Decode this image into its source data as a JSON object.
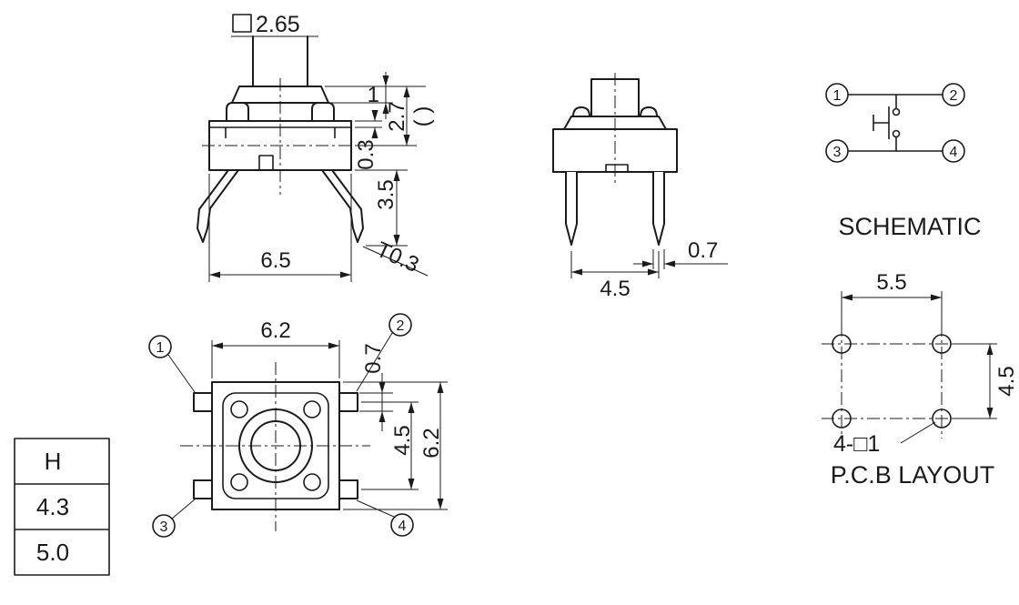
{
  "front_view": {
    "stem_square_dim": "2.65",
    "dim_cap_height": "1",
    "dim_body_height": "2.7",
    "dim_ref_parens": "( )",
    "dim_flange": "0.3",
    "dim_leg_length": "3.5",
    "dim_width": "6.5",
    "dim_terminal_thickness": "T0.3"
  },
  "side_view": {
    "dim_pin_width": "0.7",
    "dim_pin_pitch": "4.5"
  },
  "schematic": {
    "title": "SCHEMATIC",
    "pin1": "1",
    "pin2": "2",
    "pin3": "3",
    "pin4": "4"
  },
  "top_view": {
    "dim_width_top": "6.2",
    "dim_tab": "0.7",
    "dim_tab_pitch": "4.5",
    "dim_depth": "6.2",
    "pin1": "1",
    "pin2": "2",
    "pin3": "3",
    "pin4": "4"
  },
  "pcb_layout": {
    "title": "P.C.B LAYOUT",
    "dim_hole_pitch_x": "5.5",
    "dim_hole_pitch_y": "4.5",
    "hole_note": "4-□1"
  },
  "height_table": {
    "header": "H",
    "row1": "4.3",
    "row2": "5.0"
  },
  "colors": {
    "ink": "#1b1b1b",
    "background": "#ffffff"
  }
}
